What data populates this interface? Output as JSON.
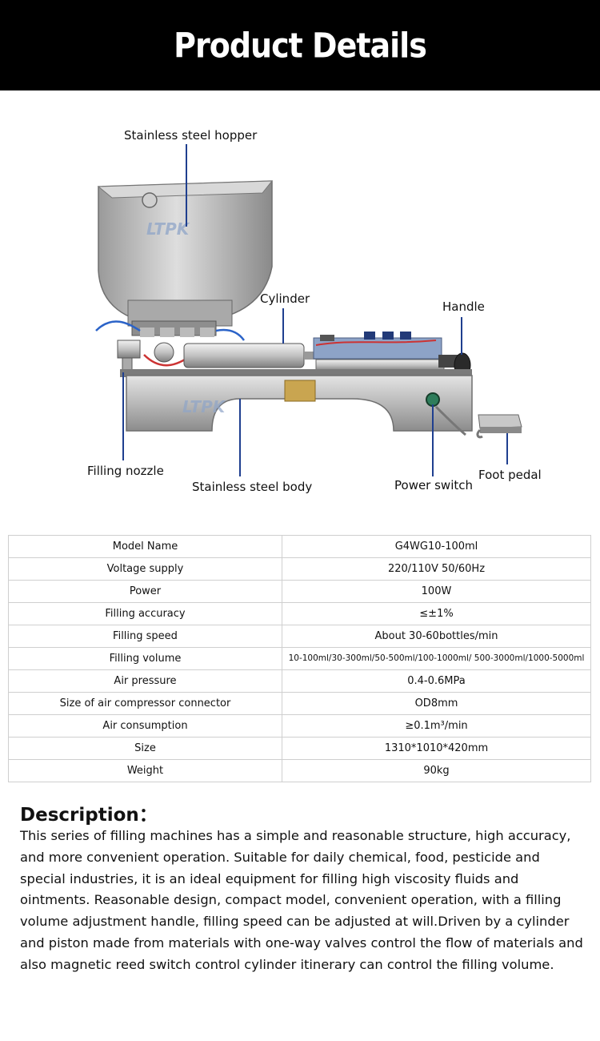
{
  "header": {
    "title": "Product Details"
  },
  "figure": {
    "watermark": "LTPK",
    "callouts": {
      "hopper": "Stainless steel hopper",
      "cylinder": "Cylinder",
      "handle": "Handle",
      "nozzle": "Filling nozzle",
      "body": "Stainless steel body",
      "power_switch": "Power switch",
      "foot_pedal": "Foot pedal"
    },
    "accent_color": "#1f3f8f"
  },
  "specs": [
    {
      "label": "Model Name",
      "value": "G4WG10-100ml"
    },
    {
      "label": "Voltage supply",
      "value": "220/110V 50/60Hz"
    },
    {
      "label": "Power",
      "value": "100W"
    },
    {
      "label": "Filling accuracy",
      "value": "≤±1%"
    },
    {
      "label": "Filling speed",
      "value": "About 30-60bottles/min"
    },
    {
      "label": "Filling volume",
      "value": "10-100ml/30-300ml/50-500ml/100-1000ml/ 500-3000ml/1000-5000ml"
    },
    {
      "label": "Air pressure",
      "value": "0.4-0.6MPa"
    },
    {
      "label": "Size of air compressor connector",
      "value": "OD8mm"
    },
    {
      "label": "Air consumption",
      "value": "≥0.1m³/min"
    },
    {
      "label": "Size",
      "value": "1310*1010*420mm"
    },
    {
      "label": "Weight",
      "value": "90kg"
    }
  ],
  "description": {
    "title": "Description：",
    "body": "This series of filling machines has a simple and reasonable structure, high accuracy, and more convenient operation. Suitable for daily chemical, food, pesticide and special industries, it is an ideal equipment for filling high viscosity fluids and ointments. Reasonable design, compact model, convenient operation, with a filling volume adjustment handle, filling speed can be adjusted at will.Driven by a cylinder and piston made from materials with one-way valves control the flow of materials and also magnetic reed switch control cylinder itinerary can control the filling volume."
  }
}
